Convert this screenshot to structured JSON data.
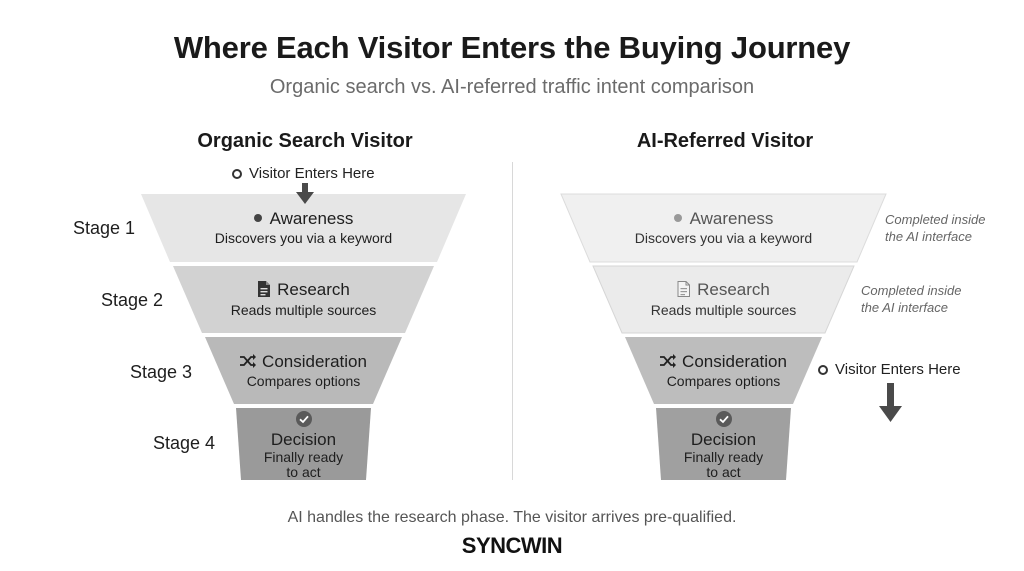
{
  "title": "Where Each Visitor Enters the Buying Journey",
  "subtitle": "Organic search vs. AI-referred traffic intent comparison",
  "left_panel": {
    "heading": "Organic Search Visitor",
    "entry_label": "Visitor Enters Here",
    "stage_labels": [
      "Stage 1",
      "Stage 2",
      "Stage 3",
      "Stage 4"
    ]
  },
  "right_panel": {
    "heading": "AI-Referred Visitor",
    "entry_label": "Visitor Enters Here",
    "notes": [
      {
        "line1": "Completed inside",
        "line2": "the AI interface"
      },
      {
        "line1": "Completed inside",
        "line2": "the AI interface"
      }
    ]
  },
  "stages": [
    {
      "title": "Awareness",
      "subtitle": "Discovers you via a keyword",
      "icon": "dot-icon"
    },
    {
      "title": "Research",
      "subtitle": "Reads multiple sources",
      "icon": "document-icon"
    },
    {
      "title": "Consideration",
      "subtitle": "Compares options",
      "icon": "shuffle-icon"
    },
    {
      "title": "Decision",
      "subtitle_line1": "Finally ready",
      "subtitle_line2": "to act",
      "icon": "check-circle-icon"
    }
  ],
  "colors": {
    "left_fills": [
      "#e6e6e6",
      "#d2d2d2",
      "#b9b9b9",
      "#9a9a9a"
    ],
    "right_fills": [
      "#f0f0f0",
      "#ebebeb",
      "#bdbdbd",
      "#a0a0a0"
    ]
  },
  "footer": "AI handles the research phase. The visitor arrives pre-qualified.",
  "brand": "SYNCWIN"
}
